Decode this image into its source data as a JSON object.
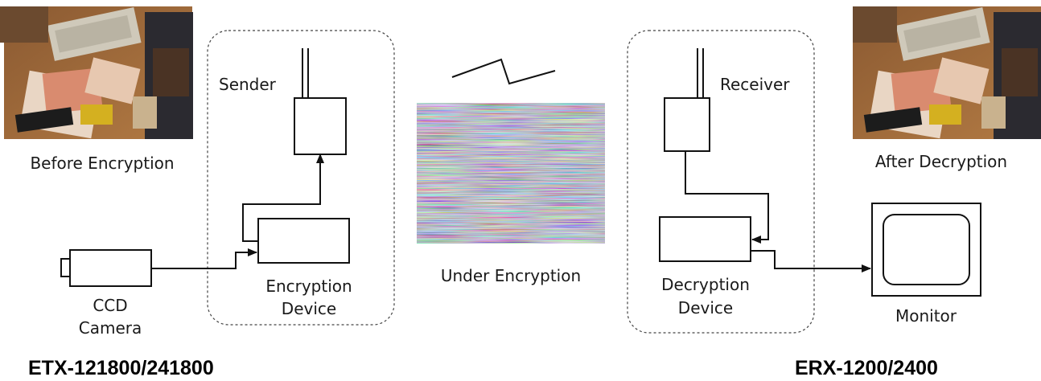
{
  "labels": {
    "before": "Before Encryption",
    "after": "After Decryption",
    "sender": "Sender",
    "receiver": "Receiver",
    "under": "Under Encryption",
    "ccd_line1": "CCD",
    "ccd_line2": "Camera",
    "enc_line1": "Encryption",
    "enc_line2": "Device",
    "dec_line1": "Decryption",
    "dec_line2": "Device",
    "monitor": "Monitor"
  },
  "models": {
    "transmitter": "ETX-121800/241800",
    "receiver": "ERX-1200/2400"
  },
  "icons": {
    "camera": "ccd-camera-icon",
    "monitor": "monitor-icon",
    "antenna": "antenna-icon",
    "signal": "lightning-signal-icon"
  }
}
